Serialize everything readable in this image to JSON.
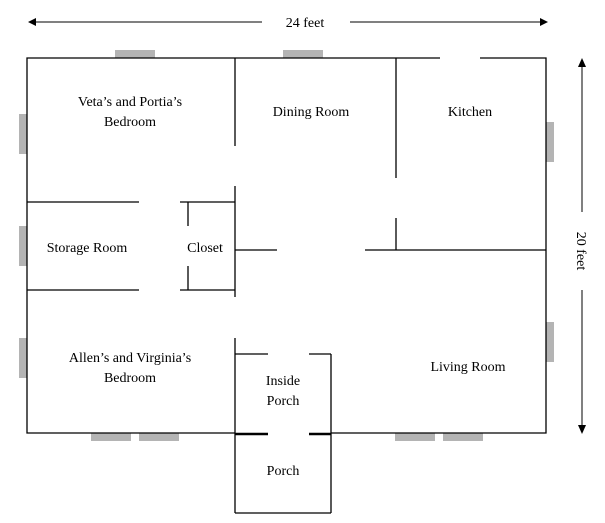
{
  "dimensions": {
    "width_label": "24 feet",
    "height_label": "20 feet"
  },
  "rooms": {
    "veta_portia_line1": "Veta’s and Portia’s",
    "veta_portia_line2": "Bedroom",
    "dining": "Dining Room",
    "kitchen": "Kitchen",
    "storage": "Storage Room",
    "closet": "Closet",
    "allen_virginia_line1": "Allen’s and Virginia’s",
    "allen_virginia_line2": "Bedroom",
    "living": "Living Room",
    "inside_porch_line1": "Inside",
    "inside_porch_line2": "Porch",
    "porch": "Porch"
  },
  "colors": {
    "window": "#b4b4b4",
    "wall": "#000000"
  }
}
